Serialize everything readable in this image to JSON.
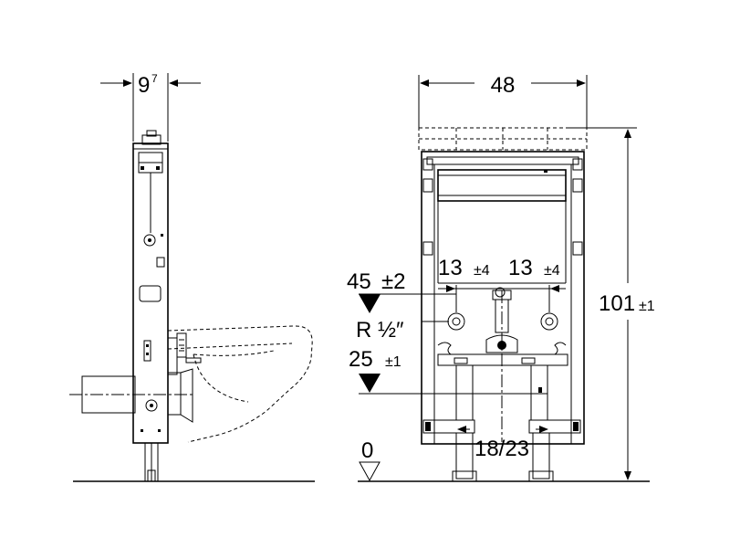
{
  "side_view": {
    "width_main": "9",
    "width_sup": "7"
  },
  "front_view": {
    "width": "48",
    "height_main": "101",
    "height_tol": "±1",
    "pipe_height_main": "45",
    "pipe_height_tol": "±2",
    "left_offset_main": "13",
    "left_offset_tol": "±4",
    "right_offset_main": "13",
    "right_offset_tol": "±4",
    "thread_label": "R ½″",
    "lower_height_main": "25",
    "lower_height_tol": "±1",
    "foot_spacing": "18/23",
    "floor_level": "0"
  }
}
